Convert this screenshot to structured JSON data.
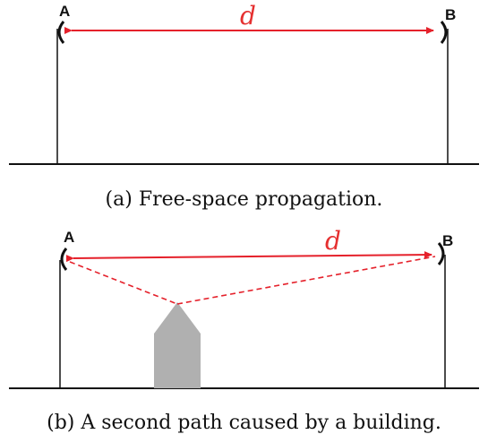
{
  "panel_a": {
    "label_left": "A",
    "label_right": "B",
    "distance_label": "d",
    "caption": "(a) Free-space propagation."
  },
  "panel_b": {
    "label_left": "A",
    "label_right": "B",
    "distance_label": "d",
    "caption": "(b) A second path caused by a building."
  },
  "colors": {
    "arrow": "#e5212b",
    "building": "#b0b0b0",
    "ground": "#111111",
    "pole": "#111111"
  }
}
